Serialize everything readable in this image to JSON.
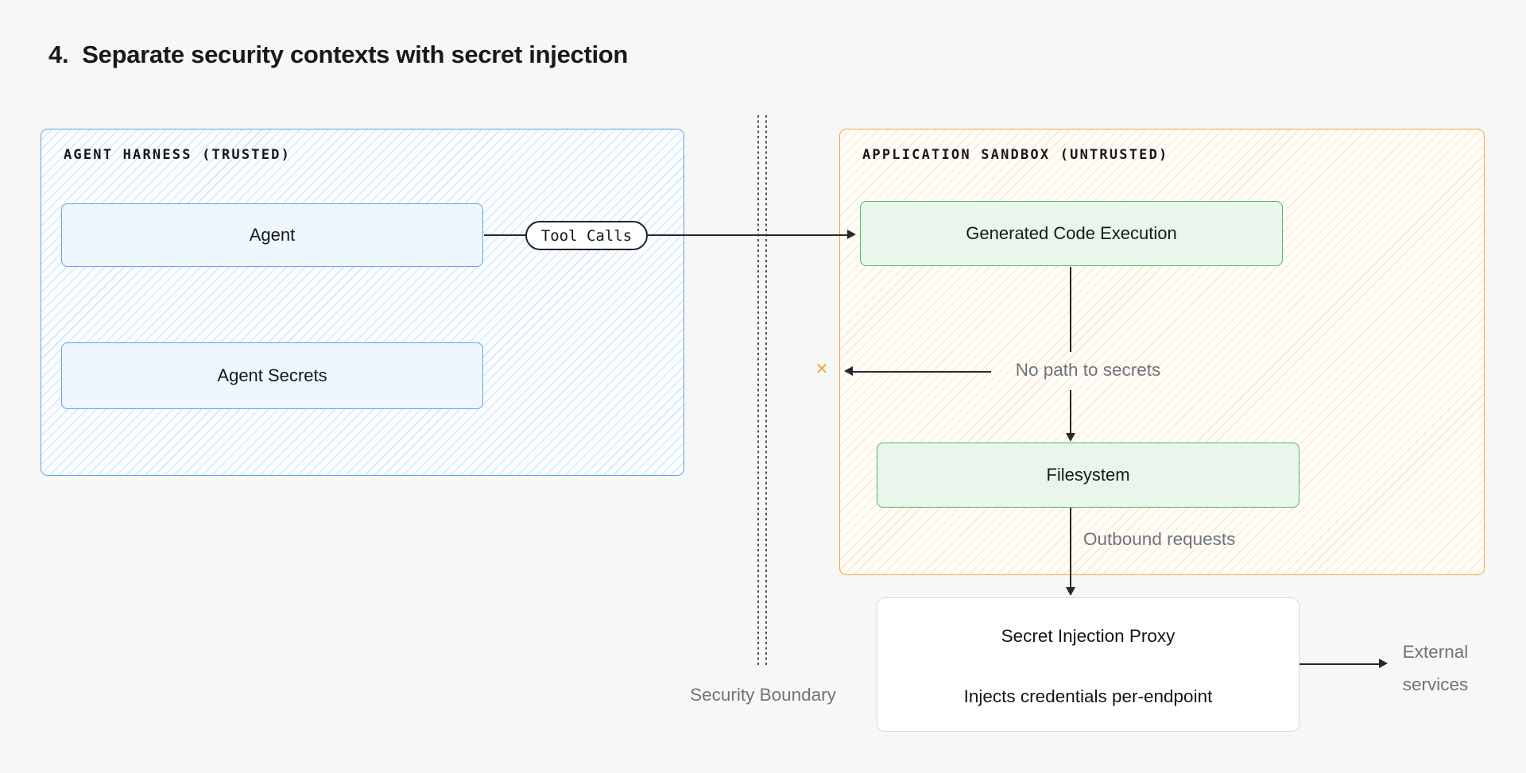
{
  "title": {
    "number": "4.",
    "text": "Separate security contexts with secret injection"
  },
  "zones": {
    "trusted": {
      "header": "AGENT HARNESS (TRUSTED)",
      "nodes": {
        "agent": "Agent",
        "agent_secrets": "Agent Secrets"
      }
    },
    "untrusted": {
      "header": "APPLICATION SANDBOX (UNTRUSTED)",
      "nodes": {
        "generated_code": "Generated Code Execution",
        "filesystem": "Filesystem"
      }
    }
  },
  "proxy": {
    "title": "Secret Injection Proxy",
    "subtitle": "Injects credentials per-endpoint"
  },
  "labels": {
    "tool_calls": "Tool Calls",
    "no_path": "No path to secrets",
    "outbound": "Outbound requests",
    "security_boundary": "Security Boundary",
    "external_line1": "External",
    "external_line2": "services",
    "blocked_mark": "✕"
  },
  "colors": {
    "page_bg": "#f7f7f5",
    "blue_border": "#5ea3f2",
    "blue_fill": "#eef6fe",
    "green_border": "#57b26a",
    "green_fill": "#e9f6ec",
    "orange_border": "#f1a64b",
    "x_mark": "#f0a64a",
    "gray_text": "#6e747c",
    "line": "#26282b"
  }
}
